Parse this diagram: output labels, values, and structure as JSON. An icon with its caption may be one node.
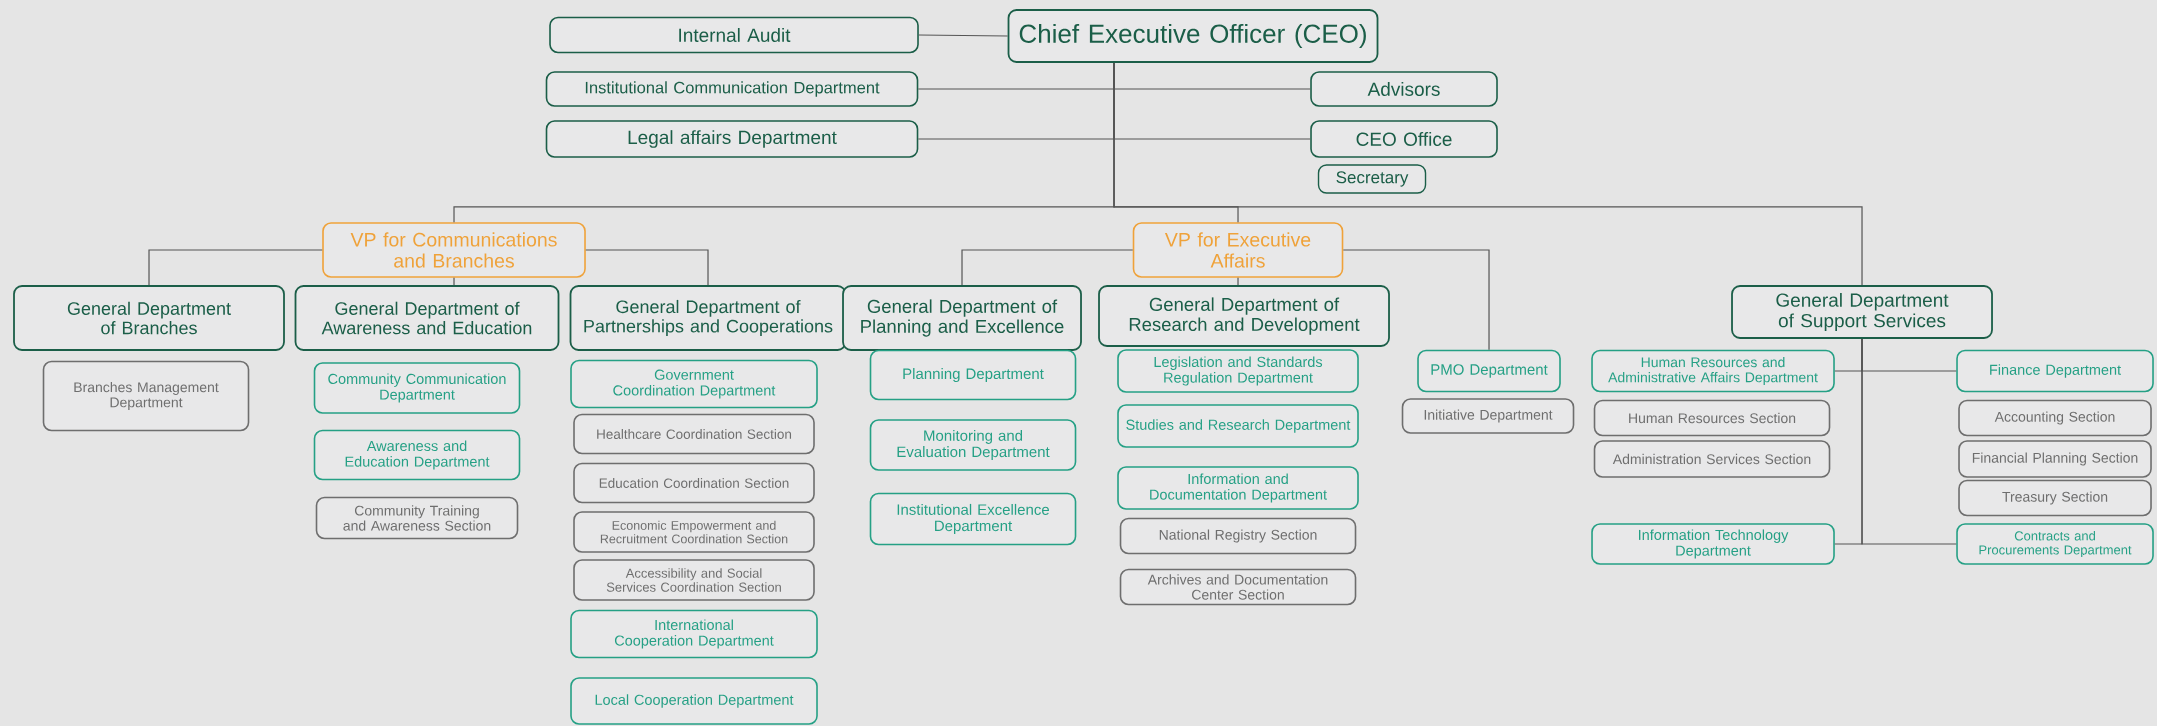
{
  "diagram": {
    "nodes": [
      {
        "text": [
          "Chief Executive Officer (CEO)"
        ]
      },
      {
        "text": [
          "Internal Audit"
        ]
      },
      {
        "text": [
          "Institutional Communication Department"
        ]
      },
      {
        "text": [
          "Advisors"
        ]
      },
      {
        "text": [
          "Legal affairs Department"
        ]
      },
      {
        "text": [
          "CEO Office"
        ]
      },
      {
        "text": [
          "Secretary"
        ]
      },
      {
        "text": [
          "VP for Communications and Branches"
        ]
      },
      {
        "text": [
          "VP for Executive Affairs"
        ]
      },
      {
        "text": [
          "General Department of Branches"
        ]
      },
      {
        "text": [
          "General Department of Awareness and Education"
        ]
      },
      {
        "text": [
          "General Department of Partnerships and Cooperations"
        ]
      },
      {
        "text": [
          "General Department of Planning and Excellence"
        ]
      },
      {
        "text": [
          "General Department of Research and Development"
        ]
      },
      {
        "text": [
          "General Department of Support Services"
        ]
      },
      {
        "text": [
          "Branches Management Department"
        ]
      },
      {
        "text": [
          "Community Communication Department"
        ]
      },
      {
        "text": [
          "Awareness and Education Department"
        ]
      },
      {
        "text": [
          "Community Training and Awareness Section"
        ]
      },
      {
        "text": [
          "Government Coordination Department"
        ]
      },
      {
        "text": [
          "Healthcare Coordination Section"
        ]
      },
      {
        "text": [
          "Education Coordination Section"
        ]
      },
      {
        "text": [
          "Economic Empowerment and Recruitment Coordination Section"
        ]
      },
      {
        "text": [
          "Accessibility and Social Services Coordination Section"
        ]
      },
      {
        "text": [
          "International Cooperation Department"
        ]
      },
      {
        "text": [
          "Local Cooperation Department"
        ]
      },
      {
        "text": [
          "Planning Department"
        ]
      },
      {
        "text": [
          "Monitoring and Evaluation Department"
        ]
      },
      {
        "text": [
          "Institutional Excellence Department"
        ]
      },
      {
        "text": [
          "Legislation and Standards Regulation Department"
        ]
      },
      {
        "text": [
          "Studies and Research Department"
        ]
      },
      {
        "text": [
          "Information and Documentation Department"
        ]
      },
      {
        "text": [
          "National Registry Section"
        ]
      },
      {
        "text": [
          "Archives and Documentation Center Section"
        ]
      },
      {
        "text": [
          "PMO Department"
        ]
      },
      {
        "text": [
          "Initiative Department"
        ]
      },
      {
        "text": [
          "Human Resources and Administrative Affairs Department"
        ]
      },
      {
        "text": [
          "Human Resources Section"
        ]
      },
      {
        "text": [
          "Administration Services Section"
        ]
      },
      {
        "text": [
          "Information Technology Department"
        ]
      },
      {
        "text": [
          "Finance Department"
        ]
      },
      {
        "text": [
          "Accounting Section"
        ]
      },
      {
        "text": [
          "Financial Planning Section"
        ]
      },
      {
        "text": [
          "Treasury Section"
        ]
      },
      {
        "text": [
          "Contracts and Procurements Department"
        ]
      }
    ],
    "edges": [
      {
        "from": 0,
        "to": 1,
        "arrow": "none"
      },
      {
        "from": 0,
        "to": 2,
        "arrow": "none"
      },
      {
        "from": 0,
        "to": 3,
        "arrow": "none"
      },
      {
        "from": 0,
        "to": 4,
        "arrow": "none"
      },
      {
        "from": 0,
        "to": 5,
        "arrow": "none"
      },
      {
        "from": 0,
        "to": 7,
        "arrow": "none"
      },
      {
        "from": 0,
        "to": 8,
        "arrow": "none"
      },
      {
        "from": 0,
        "to": 14,
        "arrow": "none"
      },
      {
        "from": 7,
        "to": 9,
        "arrow": "none"
      },
      {
        "from": 7,
        "to": 10,
        "arrow": "none"
      },
      {
        "from": 7,
        "to": 11,
        "arrow": "none"
      },
      {
        "from": 8,
        "to": 12,
        "arrow": "none"
      },
      {
        "from": 8,
        "to": 13,
        "arrow": "none"
      },
      {
        "from": 8,
        "to": 34,
        "arrow": "none"
      },
      {
        "from": 14,
        "to": 36,
        "arrow": "none"
      },
      {
        "from": 14,
        "to": 40,
        "arrow": "none"
      },
      {
        "from": 14,
        "to": 39,
        "arrow": "none"
      },
      {
        "from": 14,
        "to": 44,
        "arrow": "none"
      }
    ]
  }
}
